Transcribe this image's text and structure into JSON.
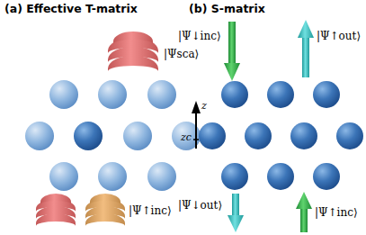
{
  "diagram": {
    "labels": [
      "(a) Effective T-matrix",
      "(b) S-matrix",
      "|Ψsca⟩",
      "|Ψ↑inc⟩",
      "|Ψ↓inc⟩",
      "|Ψ↑out⟩",
      "z",
      "zc",
      "|Ψ↓out⟩",
      "|Ψ↑inc⟩"
    ]
  }
}
